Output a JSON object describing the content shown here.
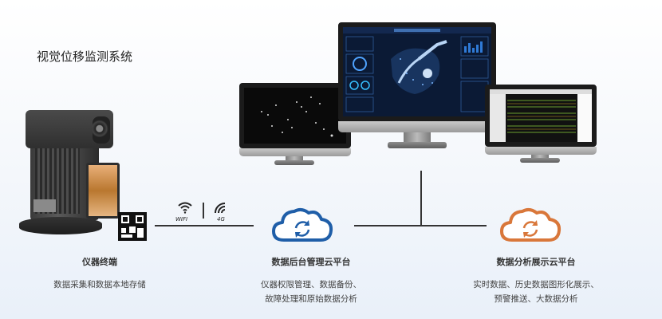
{
  "title": "视觉位移监测系统",
  "connectivity": {
    "wifi_label": "WIFI",
    "cellular_label": "4G"
  },
  "nodes": [
    {
      "name": "仪器终端",
      "desc_lines": [
        "数据采集和数据本地存储"
      ]
    },
    {
      "name": "数据后台管理云平台",
      "desc_lines": [
        "仪器权限管理、数据备份、",
        "故障处理和原始数据分析"
      ]
    },
    {
      "name": "数据分析展示云平台",
      "desc_lines": [
        "实时数据、历史数据图形化展示、",
        "预警推送、大数据分析"
      ]
    }
  ],
  "colors": {
    "backend_cloud": "#1f5ea8",
    "analytics_cloud": "#d9773a",
    "line": "#333333"
  }
}
